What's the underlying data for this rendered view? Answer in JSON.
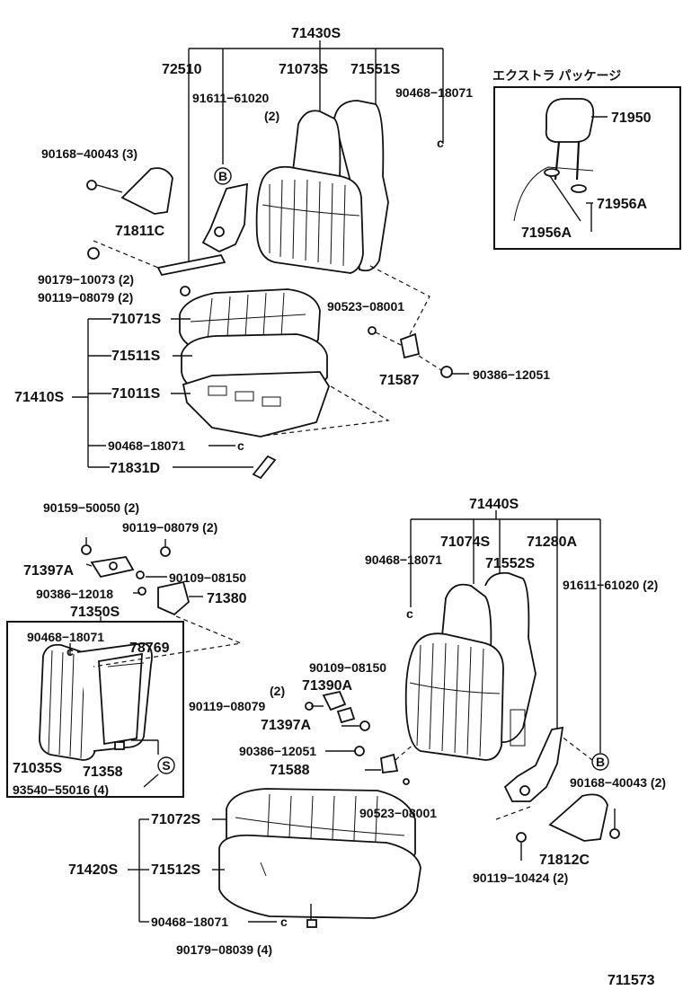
{
  "diagram": {
    "labels": {
      "p71430S": "71430S",
      "p72510": "72510",
      "p71073S": "71073S",
      "p71551S": "71551S",
      "p91611_61020": "91611−61020",
      "qty2_a": "(2)",
      "p90468_18071_a": "90468−18071",
      "p90168_40043_a": "90168−40043 (3)",
      "p71811C": "71811C",
      "p90179_10073": "90179−10073 (2)",
      "p90119_08079_a": "90119−08079 (2)",
      "p90523_08001_a": "90523−08001",
      "p71071S": "71071S",
      "p71511S": "71511S",
      "p71410S": "71410S",
      "p71011S": "71011S",
      "p90468_18071_b": "90468−18071",
      "p71831D": "71831D",
      "p71587": "71587",
      "p90386_12051_a": "90386−12051",
      "extra_title": "エクストラ パッケージ",
      "p71950": "71950",
      "p71956A_r": "71956A",
      "p71956A_l": "71956A",
      "p90159_50050": "90159−50050 (2)",
      "p90119_08079_b": "90119−08079 (2)",
      "p71397A_a": "71397A",
      "p90109_08150_a": "90109−08150",
      "p90386_12018": "90386−12018",
      "p71380": "71380",
      "p71350S": "71350S",
      "p90468_18071_c": "90468−18071",
      "p78769": "78769",
      "p71035S": "71035S",
      "p71358": "71358",
      "p93540_55016": "93540−55016 (4)",
      "p71440S": "71440S",
      "p90468_18071_d": "90468−18071",
      "p71074S": "71074S",
      "p71280A": "71280A",
      "p71552S": "71552S",
      "p91611_61020_b": "91611−61020 (2)",
      "p90109_08150_b": "90109−08150",
      "qty2_b": "(2)",
      "p71390A": "71390A",
      "p90119_08079_c": "90119−08079",
      "p71397A_b": "71397A",
      "p90386_12051_b": "90386−12051",
      "p71588": "71588",
      "p90523_08001_b": "90523−08001",
      "p90168_40043_b": "90168−40043 (2)",
      "p71812C": "71812C",
      "p90119_10424": "90119−10424 (2)",
      "p71072S": "71072S",
      "p71420S": "71420S",
      "p71512S": "71512S",
      "p90468_18071_e": "90468−18071",
      "p90179_08039": "90179−08039 (4)",
      "diagram_no": "711573",
      "ref_B": "B",
      "ref_S": "S",
      "clip_c": "c"
    }
  }
}
